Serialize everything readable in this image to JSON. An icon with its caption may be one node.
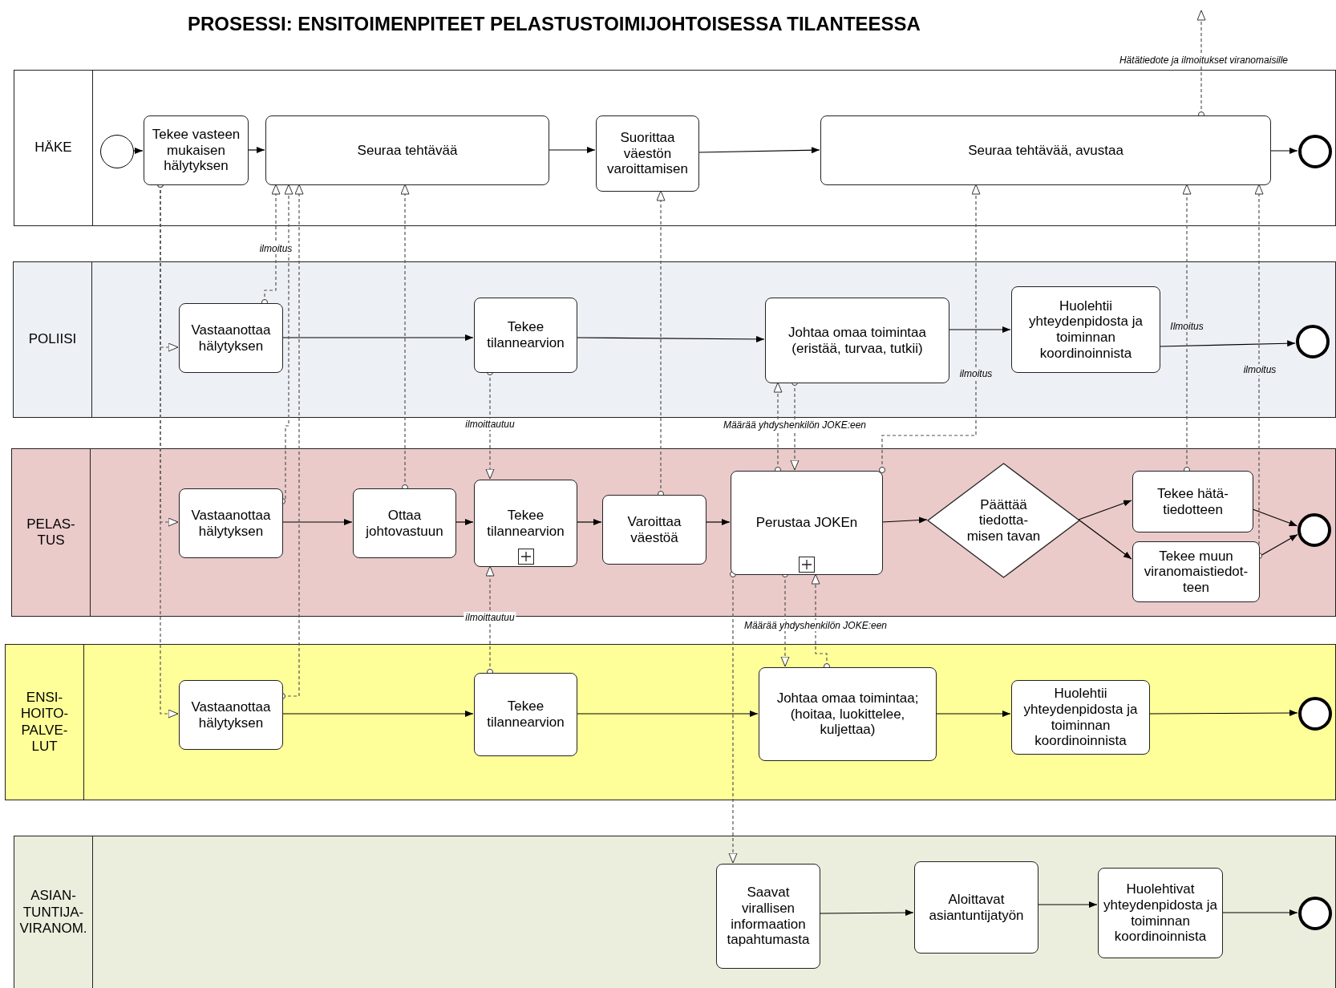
{
  "diagram": {
    "title": "PROSESSI: ENSITOIMENPITEET PELASTUSTOIMIJOHTOISESSA TILANTEESSA",
    "nodes": [
      {
        "text": [
          "HÄKE"
        ]
      },
      {
        "text": [],
        "shape": "circle",
        "in": 0
      },
      {
        "text": [
          "Tekee vasteen mukaisen hälytyksen"
        ],
        "in": 0
      },
      {
        "text": [
          "Seuraa tehtävää"
        ],
        "in": 0
      },
      {
        "text": [
          "Suorittaa väestön varoittamisen"
        ],
        "in": 0
      },
      {
        "text": [
          "Seuraa tehtävää, avustaa"
        ],
        "in": 0
      },
      {
        "text": [],
        "shape": "circle",
        "in": 0
      },
      {
        "text": [
          "POLIISI"
        ]
      },
      {
        "text": [
          "Vastaanottaa hälytyksen"
        ],
        "in": 7
      },
      {
        "text": [
          "Tekee tilannearvion"
        ],
        "in": 7
      },
      {
        "text": [
          "Johtaa omaa toimintaa (eristää, turvaa, tutkii)"
        ],
        "in": 7
      },
      {
        "text": [
          "Huolehtii yhteydenpidosta ja toiminnan koordinoinnista"
        ],
        "in": 7
      },
      {
        "text": [],
        "shape": "circle",
        "in": 7
      },
      {
        "text": [
          "PELAS- TUS"
        ]
      },
      {
        "text": [
          "Vastaanottaa hälytyksen"
        ],
        "in": 13
      },
      {
        "text": [
          "Ottaa johtovastuun"
        ],
        "in": 13
      },
      {
        "text": [
          "Tekee tilannearvion"
        ],
        "in": 13
      },
      {
        "text": [
          "Varoittaa väestöä"
        ],
        "in": 13
      },
      {
        "text": [
          "Perustaa JOKEn"
        ],
        "in": 13
      },
      {
        "text": [
          "Päättää tiedotta- misen tavan"
        ],
        "in": 13
      },
      {
        "text": [
          "Tekee hätä- tiedotteen"
        ],
        "in": 13
      },
      {
        "text": [
          "Tekee muun viranomaistiedot- teen"
        ],
        "in": 13
      },
      {
        "text": [],
        "shape": "circle",
        "in": 13
      },
      {
        "text": [
          "ENSI- HOITO- PALVE- LUT"
        ]
      },
      {
        "text": [
          "Vastaanottaa hälytyksen"
        ],
        "in": 23
      },
      {
        "text": [
          "Tekee tilannearvion"
        ],
        "in": 23
      },
      {
        "text": [
          "Johtaa omaa toimintaa; (hoitaa, luokittelee, kuljettaa)"
        ],
        "in": 23
      },
      {
        "text": [
          "Huolehtii yhteydenpidosta ja toiminnan koordinoinnista"
        ],
        "in": 23
      },
      {
        "text": [],
        "shape": "circle",
        "in": 23
      },
      {
        "text": [
          "ASIAN- TUNTIJA- VIRANOM."
        ]
      },
      {
        "text": [
          "Saavat virallisen informaation tapahtumasta"
        ],
        "in": 29
      },
      {
        "text": [
          "Aloittavat asiantuntijatyön"
        ],
        "in": 29
      },
      {
        "text": [
          "Huolehtivat yhteydenpidosta ja toiminnan koordinoinnista"
        ],
        "in": 29
      },
      {
        "text": [],
        "shape": "circle",
        "in": 29
      }
    ],
    "edges": [
      {
        "from": 1,
        "to": 2,
        "arrow": "to"
      },
      {
        "from": 2,
        "to": 3,
        "arrow": "to"
      },
      {
        "from": 3,
        "to": 4,
        "arrow": "to"
      },
      {
        "from": 4,
        "to": 5,
        "arrow": "to"
      },
      {
        "from": 5,
        "to": 6,
        "arrow": "to"
      },
      {
        "from": 8,
        "to": 9,
        "arrow": "to"
      },
      {
        "from": 9,
        "to": 10,
        "arrow": "to"
      },
      {
        "from": 10,
        "to": 11,
        "arrow": "to"
      },
      {
        "from": 11,
        "to": 12,
        "arrow": "to"
      },
      {
        "from": 14,
        "to": 15,
        "arrow": "to"
      },
      {
        "from": 15,
        "to": 16,
        "arrow": "to"
      },
      {
        "from": 16,
        "to": 17,
        "arrow": "to"
      },
      {
        "from": 17,
        "to": 18,
        "arrow": "to"
      },
      {
        "from": 18,
        "to": 19,
        "arrow": "to"
      },
      {
        "from": 19,
        "to": 20,
        "arrow": "to"
      },
      {
        "from": 19,
        "to": 21,
        "arrow": "to"
      },
      {
        "from": 20,
        "to": 22,
        "arrow": "to"
      },
      {
        "from": 21,
        "to": 22,
        "arrow": "to"
      },
      {
        "from": 24,
        "to": 25,
        "arrow": "to"
      },
      {
        "from": 25,
        "to": 26,
        "arrow": "to"
      },
      {
        "from": 26,
        "to": 27,
        "arrow": "to"
      },
      {
        "from": 27,
        "to": 28,
        "arrow": "to"
      },
      {
        "from": 30,
        "to": 31,
        "arrow": "to"
      },
      {
        "from": 31,
        "to": 32,
        "arrow": "to"
      },
      {
        "from": 32,
        "to": 33,
        "arrow": "to"
      },
      {
        "from": 2,
        "to": 8,
        "arrow": "to",
        "style": "dashed"
      },
      {
        "from": 2,
        "to": 14,
        "arrow": "to",
        "style": "dashed"
      },
      {
        "from": 2,
        "to": 24,
        "arrow": "to",
        "style": "dashed"
      },
      {
        "from": 8,
        "to": 3,
        "arrow": "to",
        "style": "dashed",
        "label": "ilmoitus"
      },
      {
        "from": 14,
        "to": 3,
        "arrow": "to",
        "style": "dashed"
      },
      {
        "from": 24,
        "to": 3,
        "arrow": "to",
        "style": "dashed"
      },
      {
        "from": 15,
        "to": 3,
        "arrow": "to",
        "style": "dashed"
      },
      {
        "from": 9,
        "to": 16,
        "arrow": "to",
        "style": "dashed",
        "label": "ilmoittautuu"
      },
      {
        "from": 25,
        "to": 16,
        "arrow": "to",
        "style": "dashed",
        "label": "ilmoittautuu"
      },
      {
        "from": 17,
        "to": 4,
        "arrow": "to",
        "style": "dashed"
      },
      {
        "from": 10,
        "to": 18,
        "arrow": "to",
        "style": "dashed",
        "label": "Määrää yhdyshenkilön JOKE:een"
      },
      {
        "from": 18,
        "to": 10,
        "arrow": "to",
        "style": "dashed"
      },
      {
        "from": 18,
        "to": 5,
        "arrow": "to",
        "style": "dashed",
        "label": "ilmoitus"
      },
      {
        "from": 20,
        "to": 5,
        "arrow": "to",
        "style": "dashed",
        "label": "Ilmoitus"
      },
      {
        "from": 21,
        "to": 5,
        "arrow": "to",
        "style": "dashed",
        "label": "ilmoitus"
      },
      {
        "from": 18,
        "to": 26,
        "arrow": "to",
        "style": "dashed",
        "label": "Määrää yhdyshenkilön JOKE:een"
      },
      {
        "from": 26,
        "to": 18,
        "arrow": "to",
        "style": "dashed"
      },
      {
        "from": 18,
        "to": 30,
        "arrow": "to",
        "style": "dashed"
      },
      {
        "from": 5,
        "to": null,
        "arrow": "to",
        "style": "dashed",
        "label": "Hätätiedote ja ilmoitukset viranomaisille"
      }
    ]
  }
}
